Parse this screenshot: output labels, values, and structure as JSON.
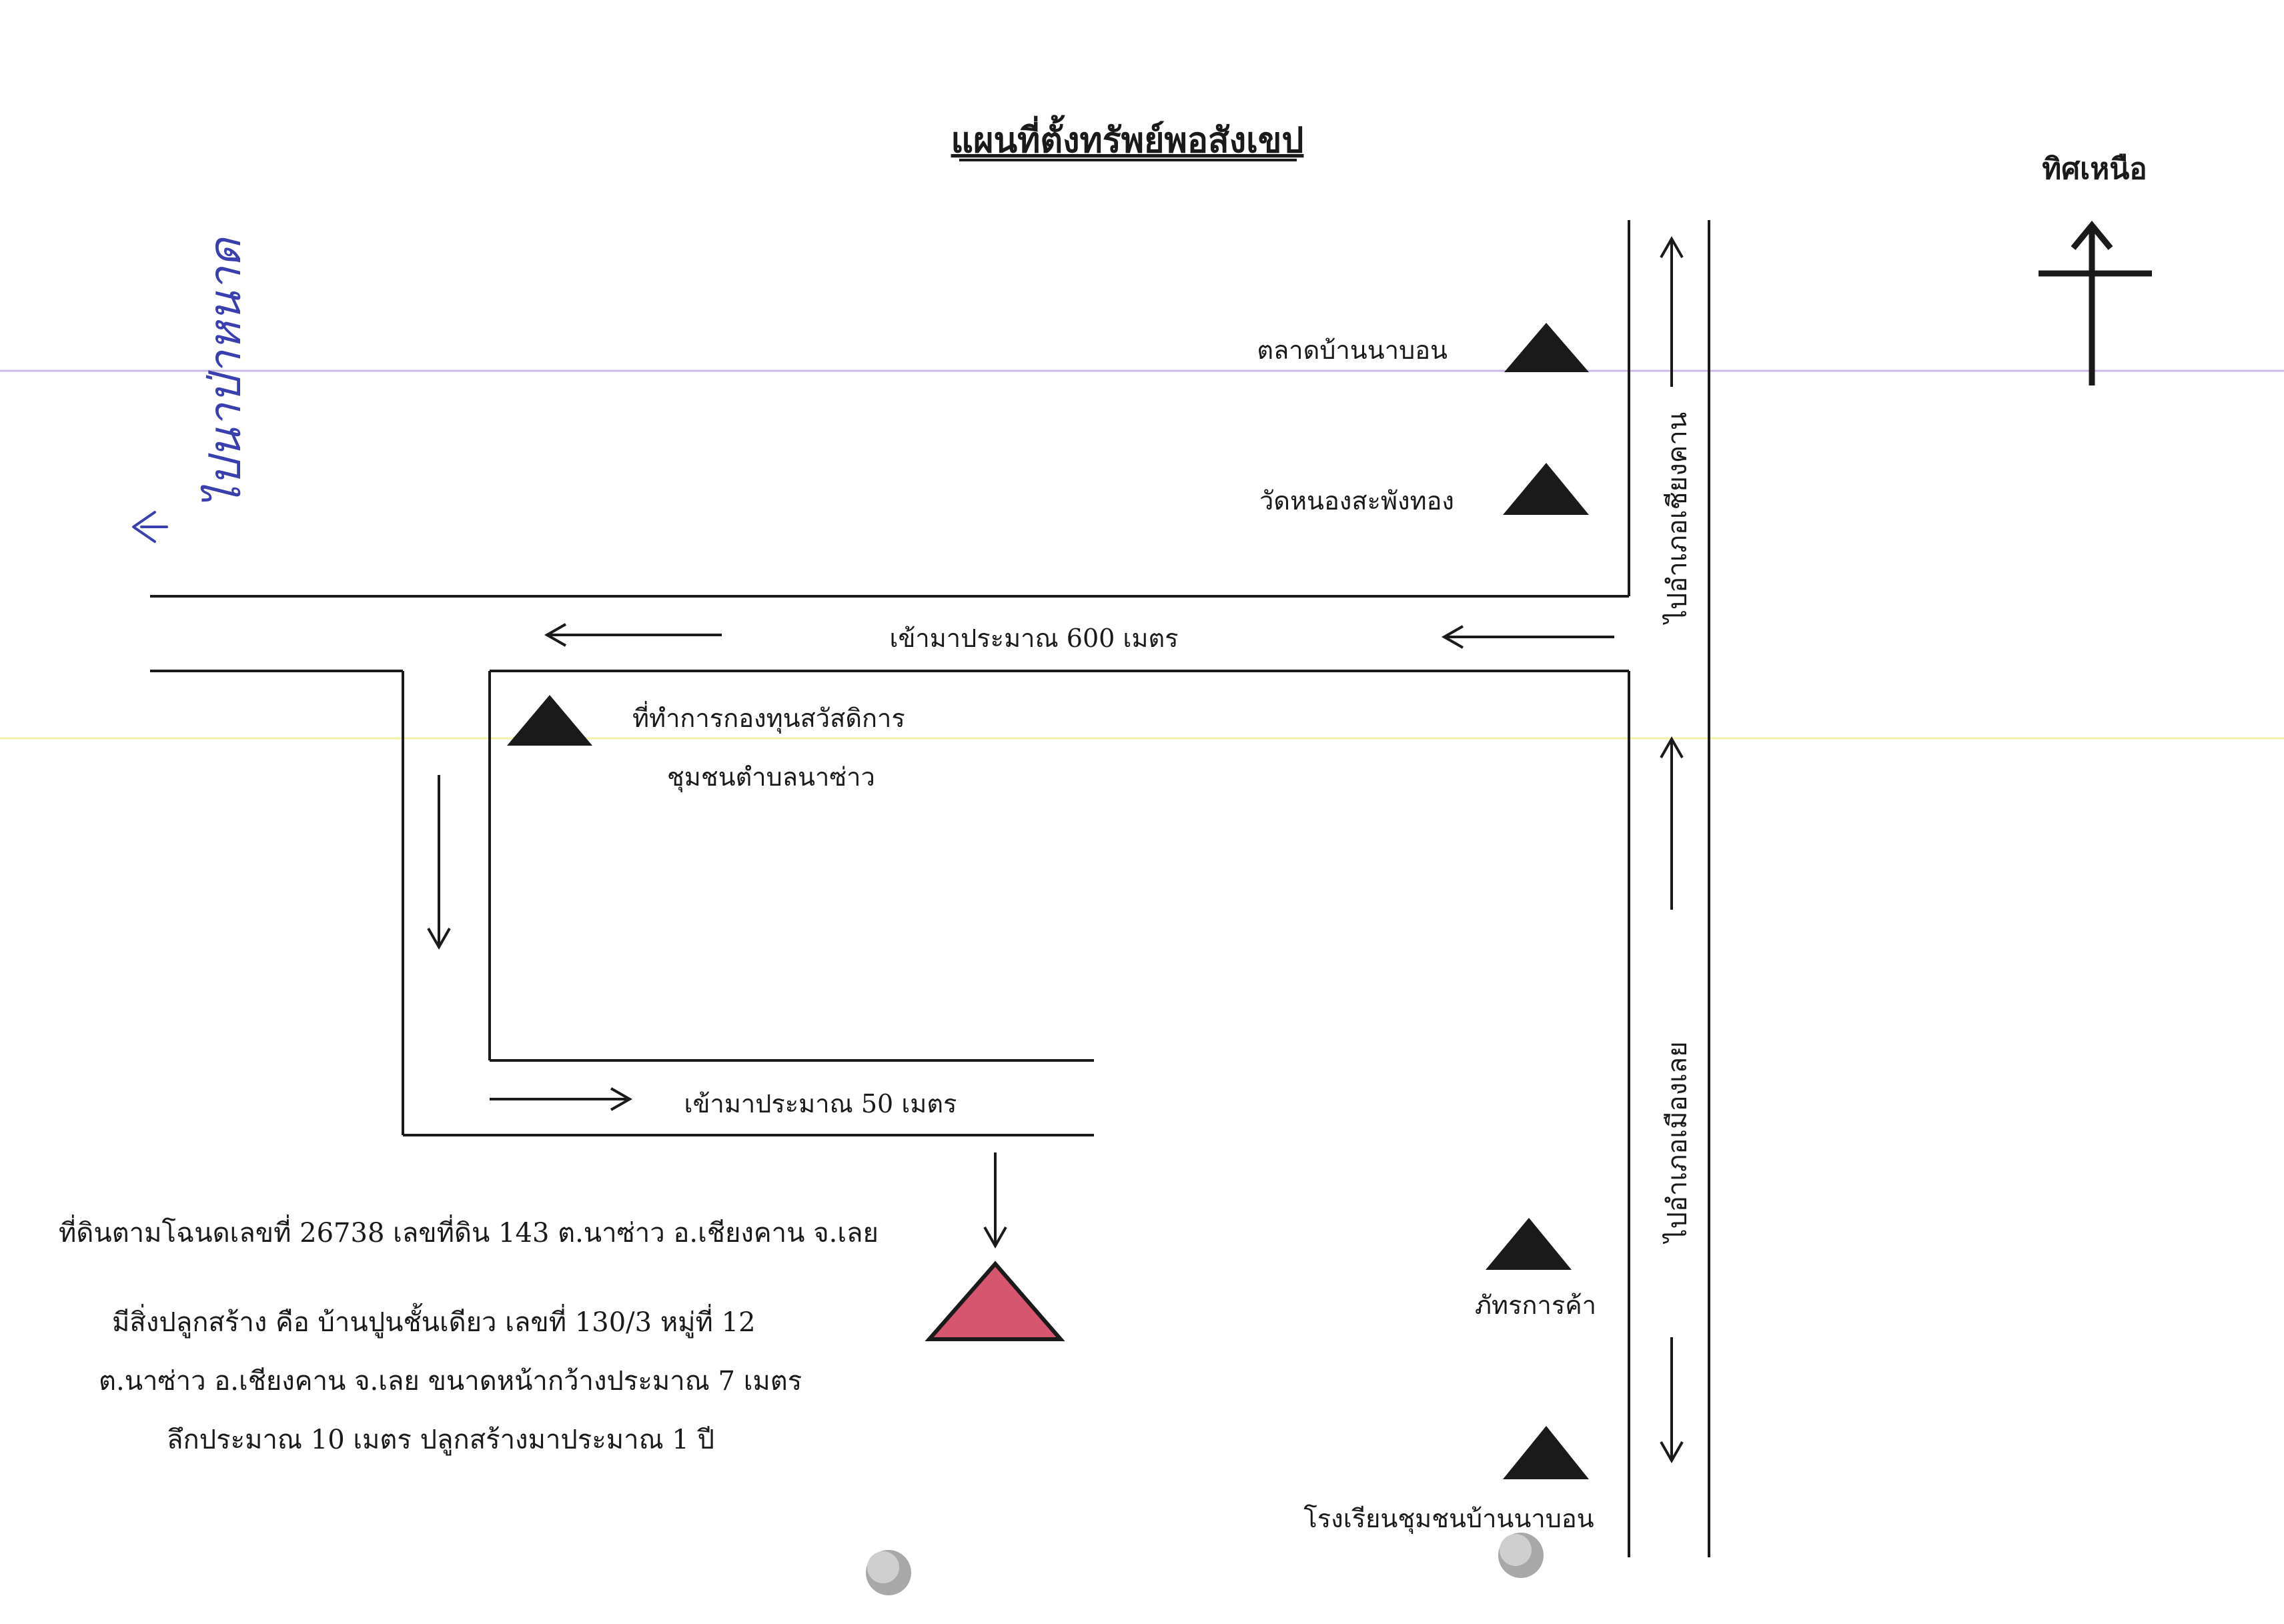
{
  "title": "แผนที่ตั้งทรัพย์พอสังเขป",
  "north_label": "ทิศเหนือ",
  "landmarks": {
    "market": "ตลาดบ้านนาบอน",
    "temple": "วัดหนองสะพังทอง",
    "office_line1": "ที่ทำการกองทุนสวัสดิการ",
    "office_line2": "ชุมชนตำบลนาซ่าว",
    "shop": "ภัทรการค้า",
    "school": "โรงเรียนชุมชนบ้านนาบอน"
  },
  "roads": {
    "to_chiang_khan": "ไปอำเภอเชียงคาน",
    "to_mueang_loei": "ไปอำเภอเมืองเลย",
    "entry_600": "เข้ามาประมาณ  600 เมตร",
    "entry_50": "เข้ามาประมาณ  50  เมตร"
  },
  "description": {
    "line1": "ที่ดินตามโฉนดเลขที่ 26738 เลขที่ดิน 143  ต.นาซ่าว อ.เชียงคาน  จ.เลย",
    "line2": "มีสิ่งปลูกสร้าง  คือ  บ้านปูนชั้นเดียว  เลขที่  130/3  หมู่ที่  12",
    "line3": "ต.นาซ่าว  อ.เชียงคาน  จ.เลย  ขนาดหน้ากว้างประมาณ  7  เมตร",
    "line4": "ลึกประมาณ 10  เมตร  ปลูกสร้างมาประมาณ  1  ปี"
  },
  "handwritten_note": "ไปนาป่าหนาด",
  "colors": {
    "property_marker": "#d6566f",
    "landmark_marker": "#1a1a1a",
    "handwriting": "#3a3fb0"
  }
}
